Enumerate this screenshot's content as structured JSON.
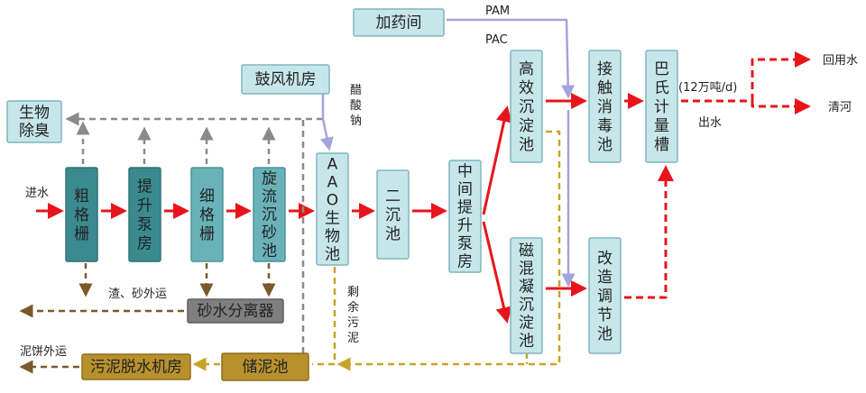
{
  "colors": {
    "red": "#e8141b",
    "gray": "#8a8a8a",
    "brown": "#7a5a2a",
    "gold": "#c9a227",
    "lavender": "#a3a3e0",
    "node_teal_dark": "#3b8a8f",
    "node_teal_mid": "#69b3b8",
    "node_pale": "#c7e6ea",
    "node_pale_stroke": "#7fb5bb",
    "node_gray_dark": "#7f7f7f",
    "node_gold": "#b8912d"
  },
  "nodes": {
    "bio_deodor": "生物\n除臭",
    "blower_room": "鼓风机房",
    "dosing_room": "加药间",
    "coarse_screen": "粗\n格\n栅",
    "lift_pump": "提\n升\n泵\n房",
    "fine_screen": "细\n格\n栅",
    "grit_chamber": "旋\n流\n沉\n砂\n池",
    "aao": "A\nA\nO\n生\n物\n池",
    "secondary_clarifier": "二\n沉\n池",
    "mid_lift_pump": "中\n间\n提\n升\n泵\n房",
    "hi_eff_settling": "高\n效\n沉\n淀\n池",
    "mag_settling": "磁\n混\n凝\n沉\n淀\n池",
    "contact_disinfect": "接\n触\n消\n毒\n池",
    "parshall_flume": "巴\n氏\n计\n量\n槽",
    "modify_tank": "改\n造\n调\n节\n池",
    "grit_separator": "砂水分离器",
    "sludge_storage": "储泥池",
    "sludge_dewater": "污泥脱水机房"
  },
  "labels": {
    "inflow": "进水",
    "pam": "PAM",
    "pac": "PAC",
    "sodium_acetate": "醋\n酸\n钠",
    "capacity": "(12万吨/d)",
    "outflow": "出水",
    "reuse_water": "回用水",
    "qing_river": "清河",
    "slag_sand": "渣、砂外运",
    "excess_sludge": "剩\n余\n污\n泥",
    "cake_out": "泥饼外运"
  }
}
